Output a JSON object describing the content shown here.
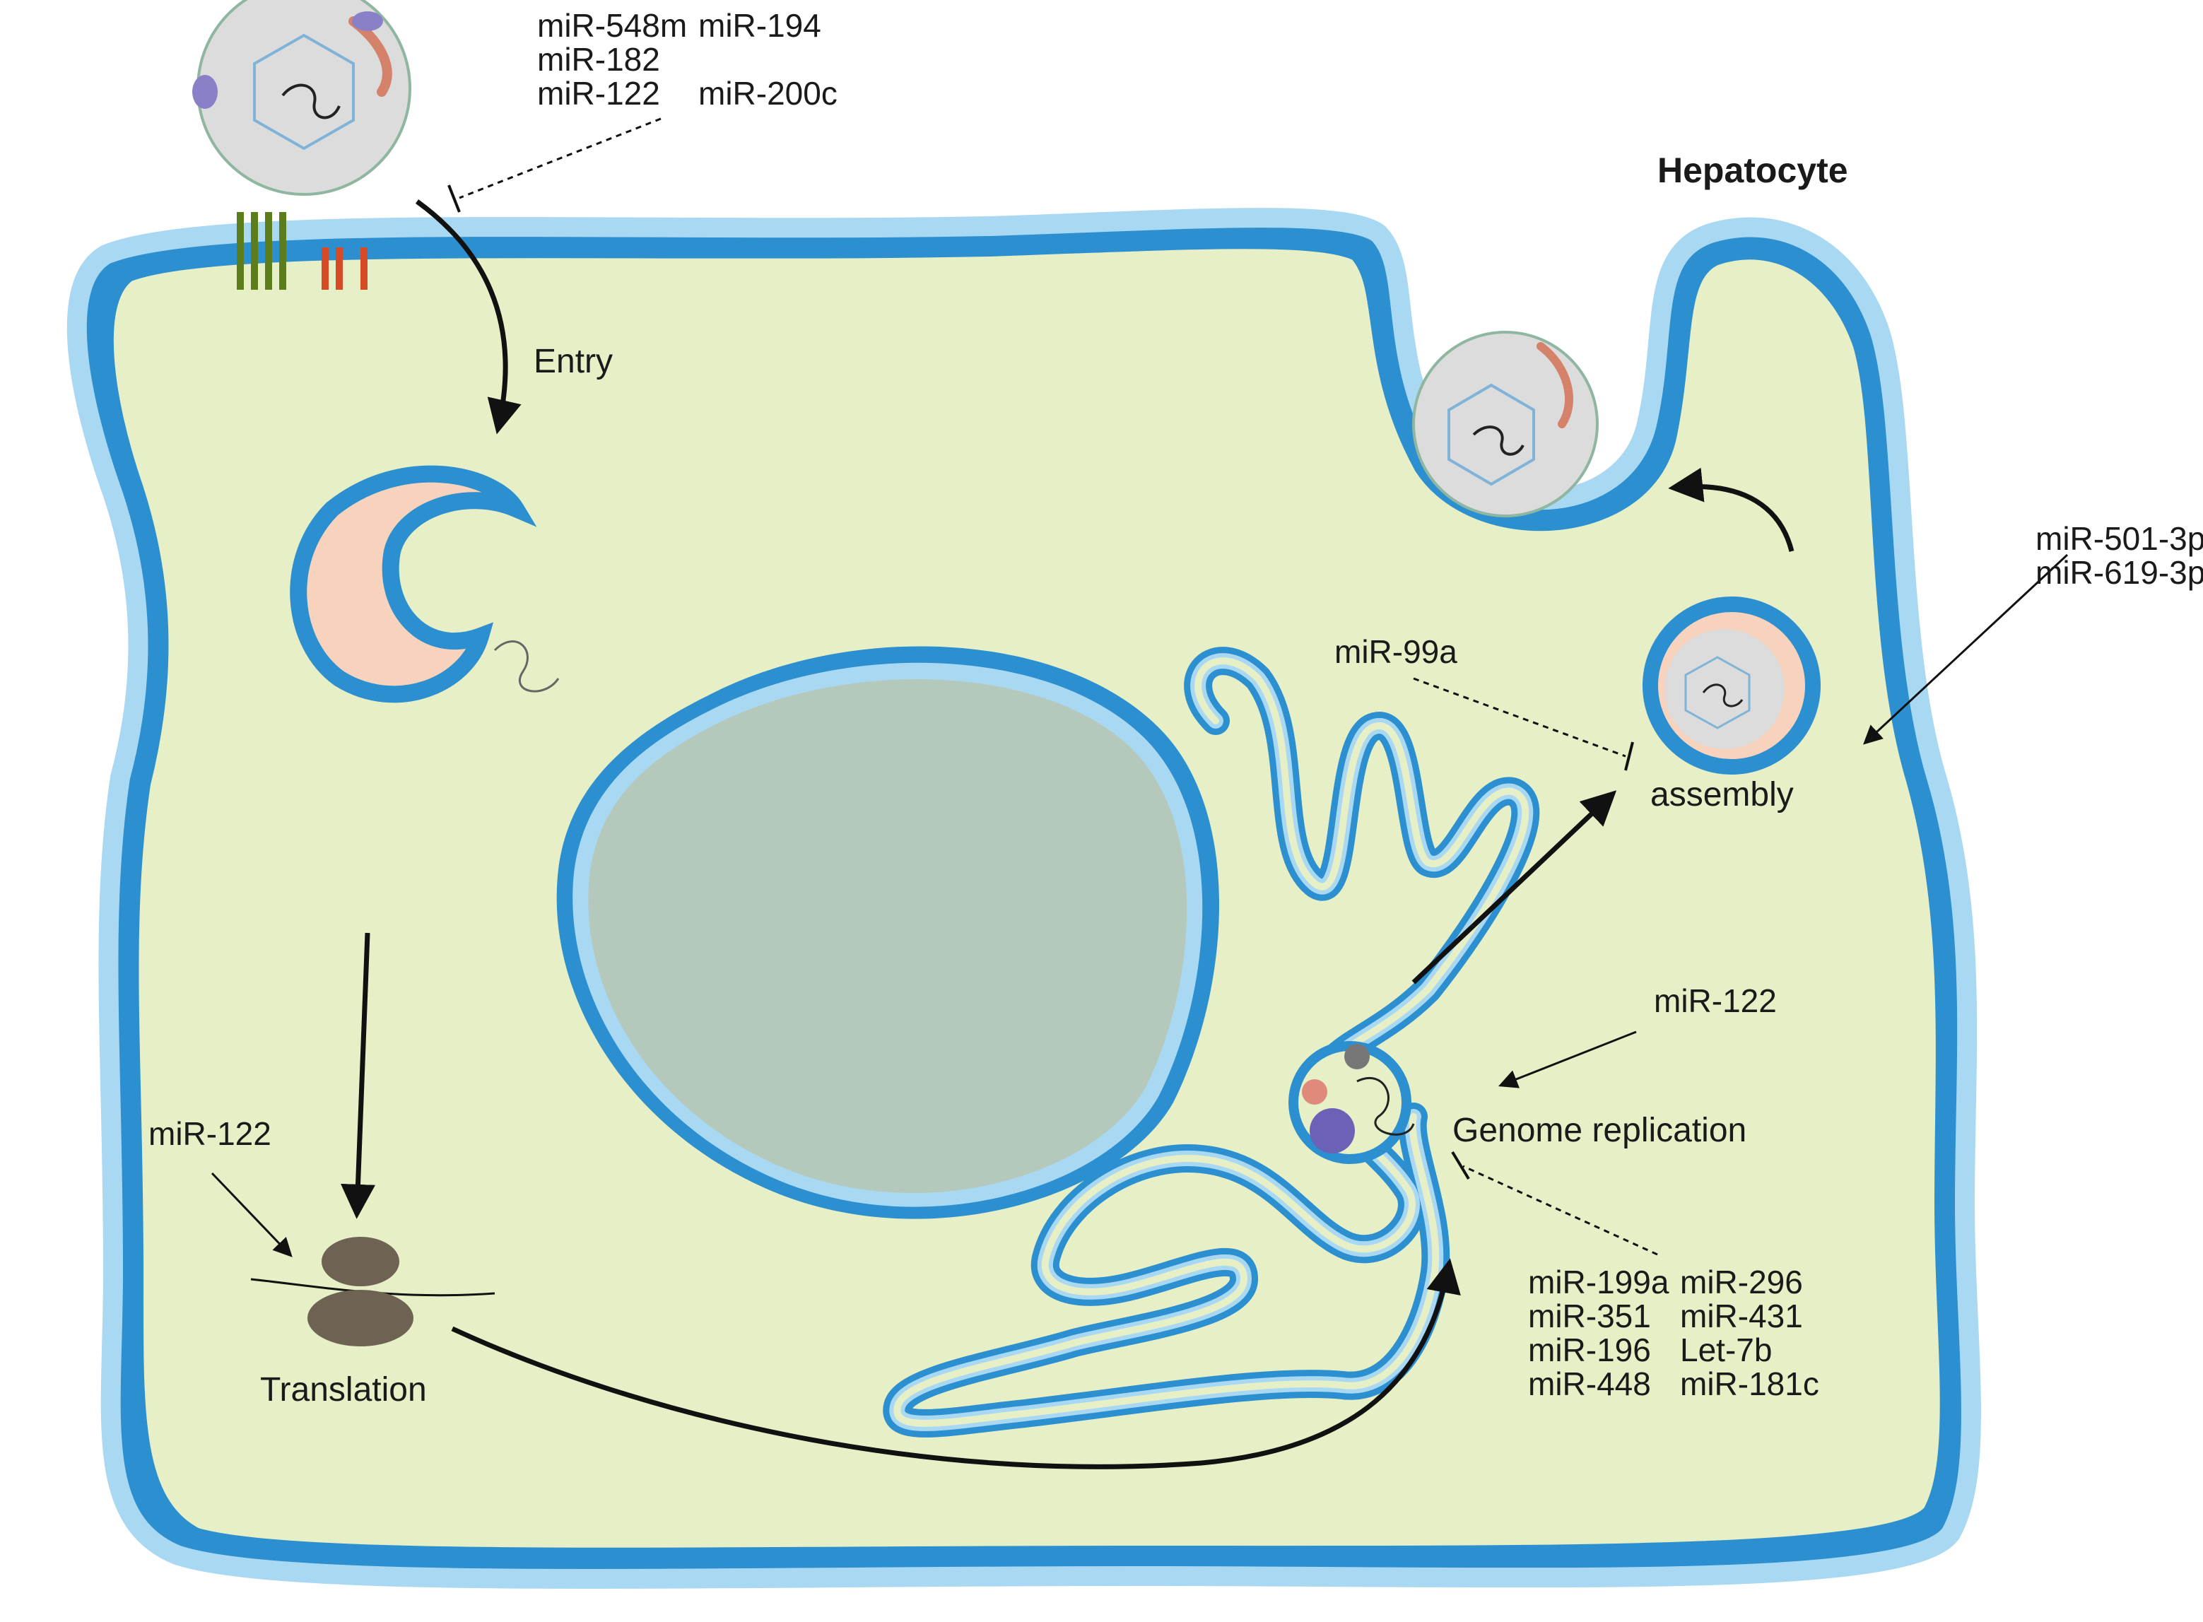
{
  "title": "Hepatocyte",
  "steps": {
    "entry": "Entry",
    "translation": "Translation",
    "replication": "Genome replication",
    "assembly": "assembly"
  },
  "mirna": {
    "entry_inhibitors": [
      "miR-548m",
      "miR-194",
      "miR-182",
      "miR-122",
      "miR-200c"
    ],
    "translation_promoter": "miR-122",
    "replication_promoter": "miR-122",
    "replication_inhibitors": [
      "miR-199a",
      "miR-296",
      "miR-351",
      "miR-431",
      "miR-196",
      "Let-7b",
      "miR-448",
      "miR-181c"
    ],
    "assembly_inhibitor": "miR-99a",
    "assembly_promoters": [
      "miR-501-3p",
      "miR-619-3p"
    ]
  },
  "colors": {
    "cytoplasm": "#e6efc6",
    "membrane": "#2b8fd0",
    "membrane_inner": "#a9d8f3",
    "nucleus": "#b4c9bc",
    "endosome_lumen": "#f7d3bd",
    "virion": "#dcdcdc",
    "ribosome": "#6e6252"
  }
}
